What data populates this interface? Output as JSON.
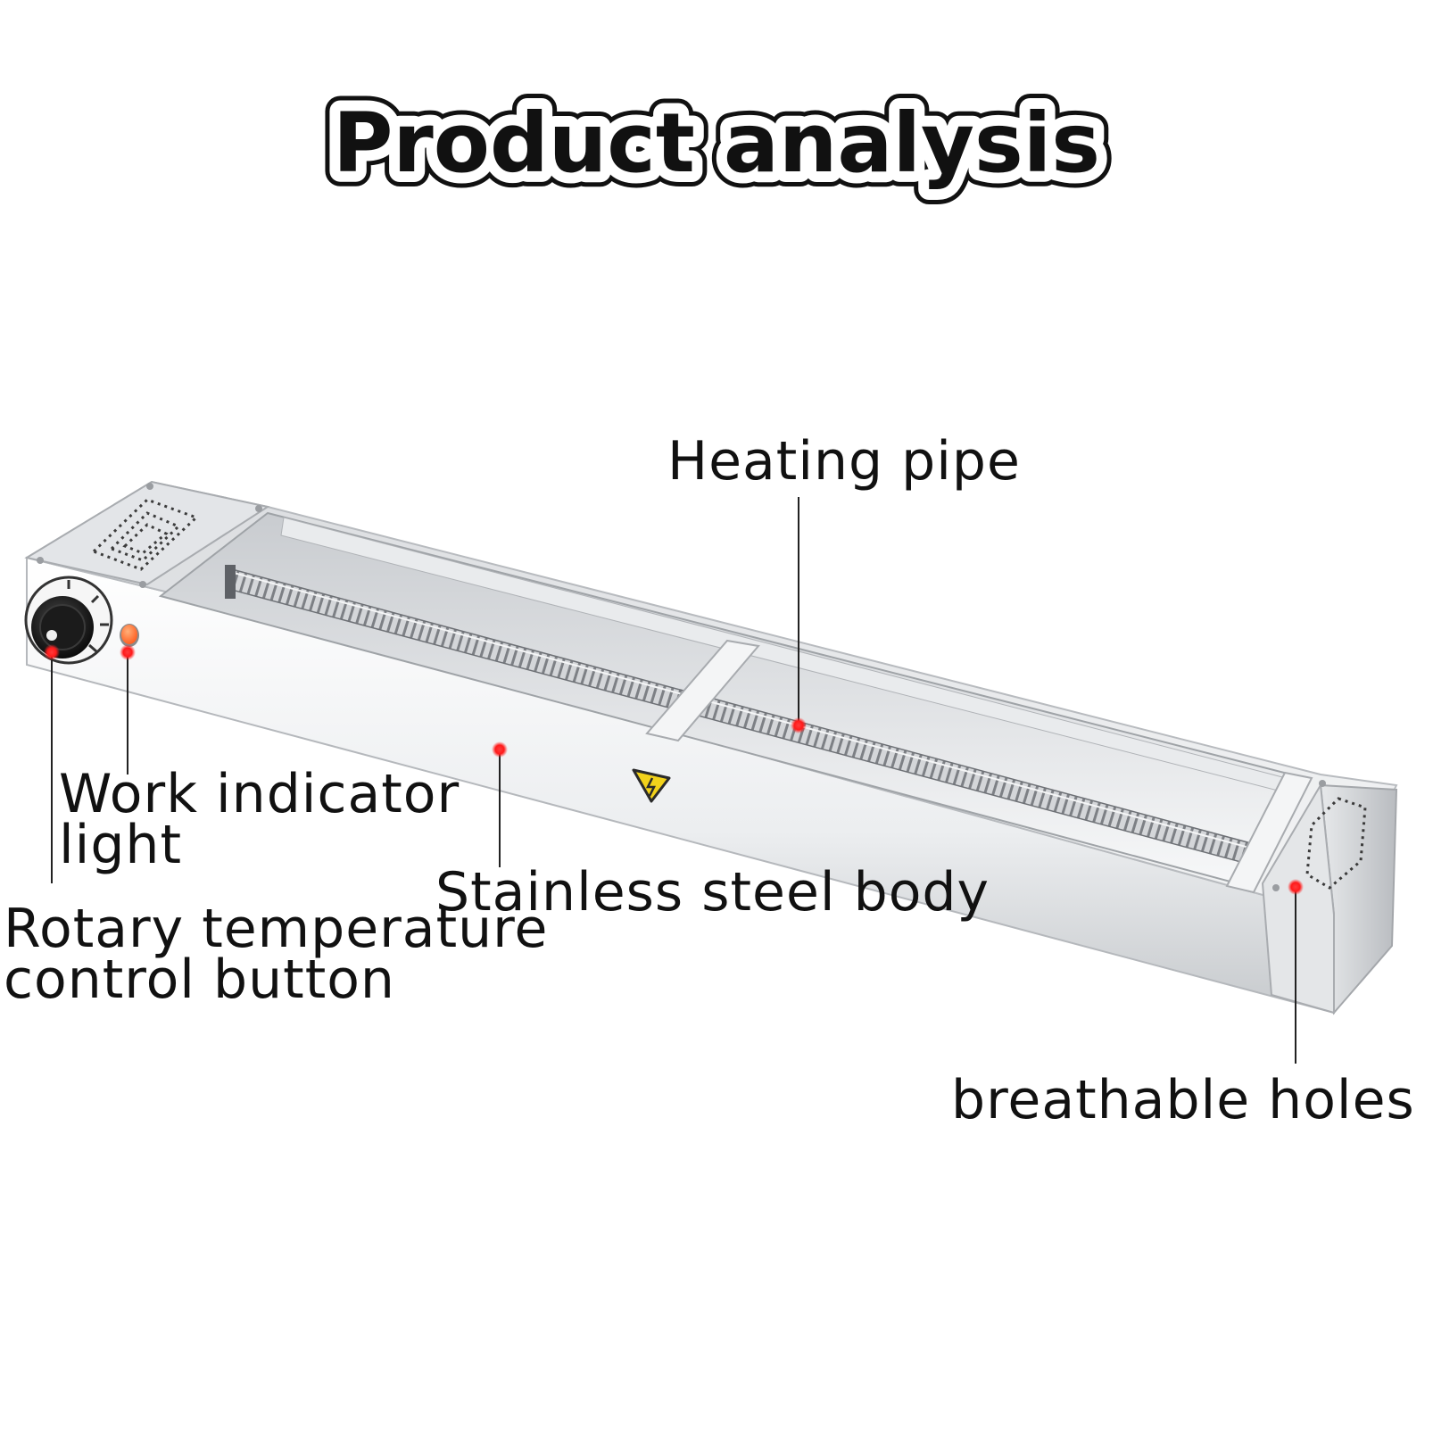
{
  "title": "Product analysis",
  "callouts": {
    "heating_pipe": "Heating pipe",
    "work_indicator": "Work indicator\nlight",
    "stainless_body": "Stainless steel body",
    "rotary_control": "Rotary temperature\ncontrol button",
    "breathable_holes": "breathable holes"
  },
  "colors": {
    "marker": "#ff1a1a",
    "indicator_light": "#ff6a2a",
    "warning_sign": "#f2d21b",
    "steel_light": "#f1f2f4",
    "steel_mid": "#d8dadd",
    "steel_dark": "#a9acb0"
  },
  "icons": [
    "warning-triangle-icon",
    "rotary-knob-icon",
    "indicator-light-icon",
    "vent-holes-pattern"
  ]
}
